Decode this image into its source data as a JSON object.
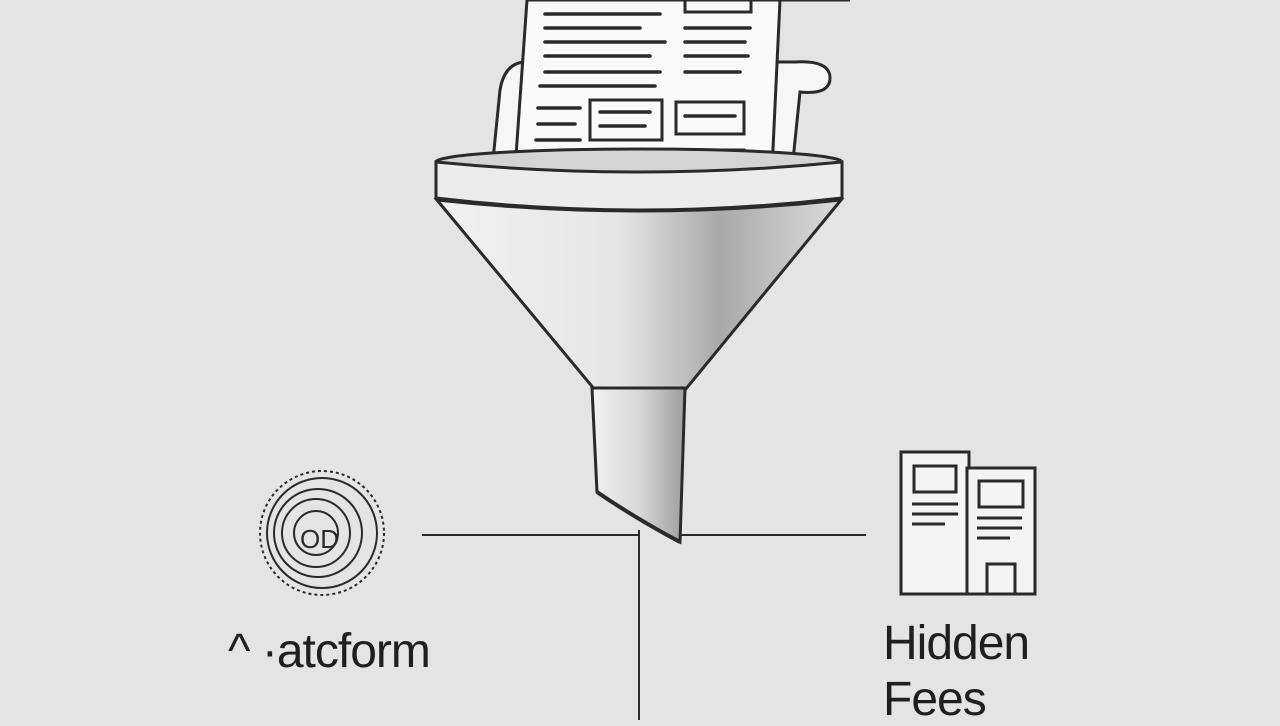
{
  "diagram": {
    "nodes": [
      {
        "id": "platform",
        "label": "^ ·atcform",
        "icon": "gear-seal-icon"
      },
      {
        "id": "hidden_fees",
        "label_line1": "Hidden",
        "label_line2": "Fees",
        "icon": "documents-icon"
      }
    ],
    "center_icon": "funnel-with-documents-icon",
    "colors": {
      "background": "#e4e4e4",
      "stroke": "#2a2a2a",
      "text": "#1f1f1f"
    }
  }
}
